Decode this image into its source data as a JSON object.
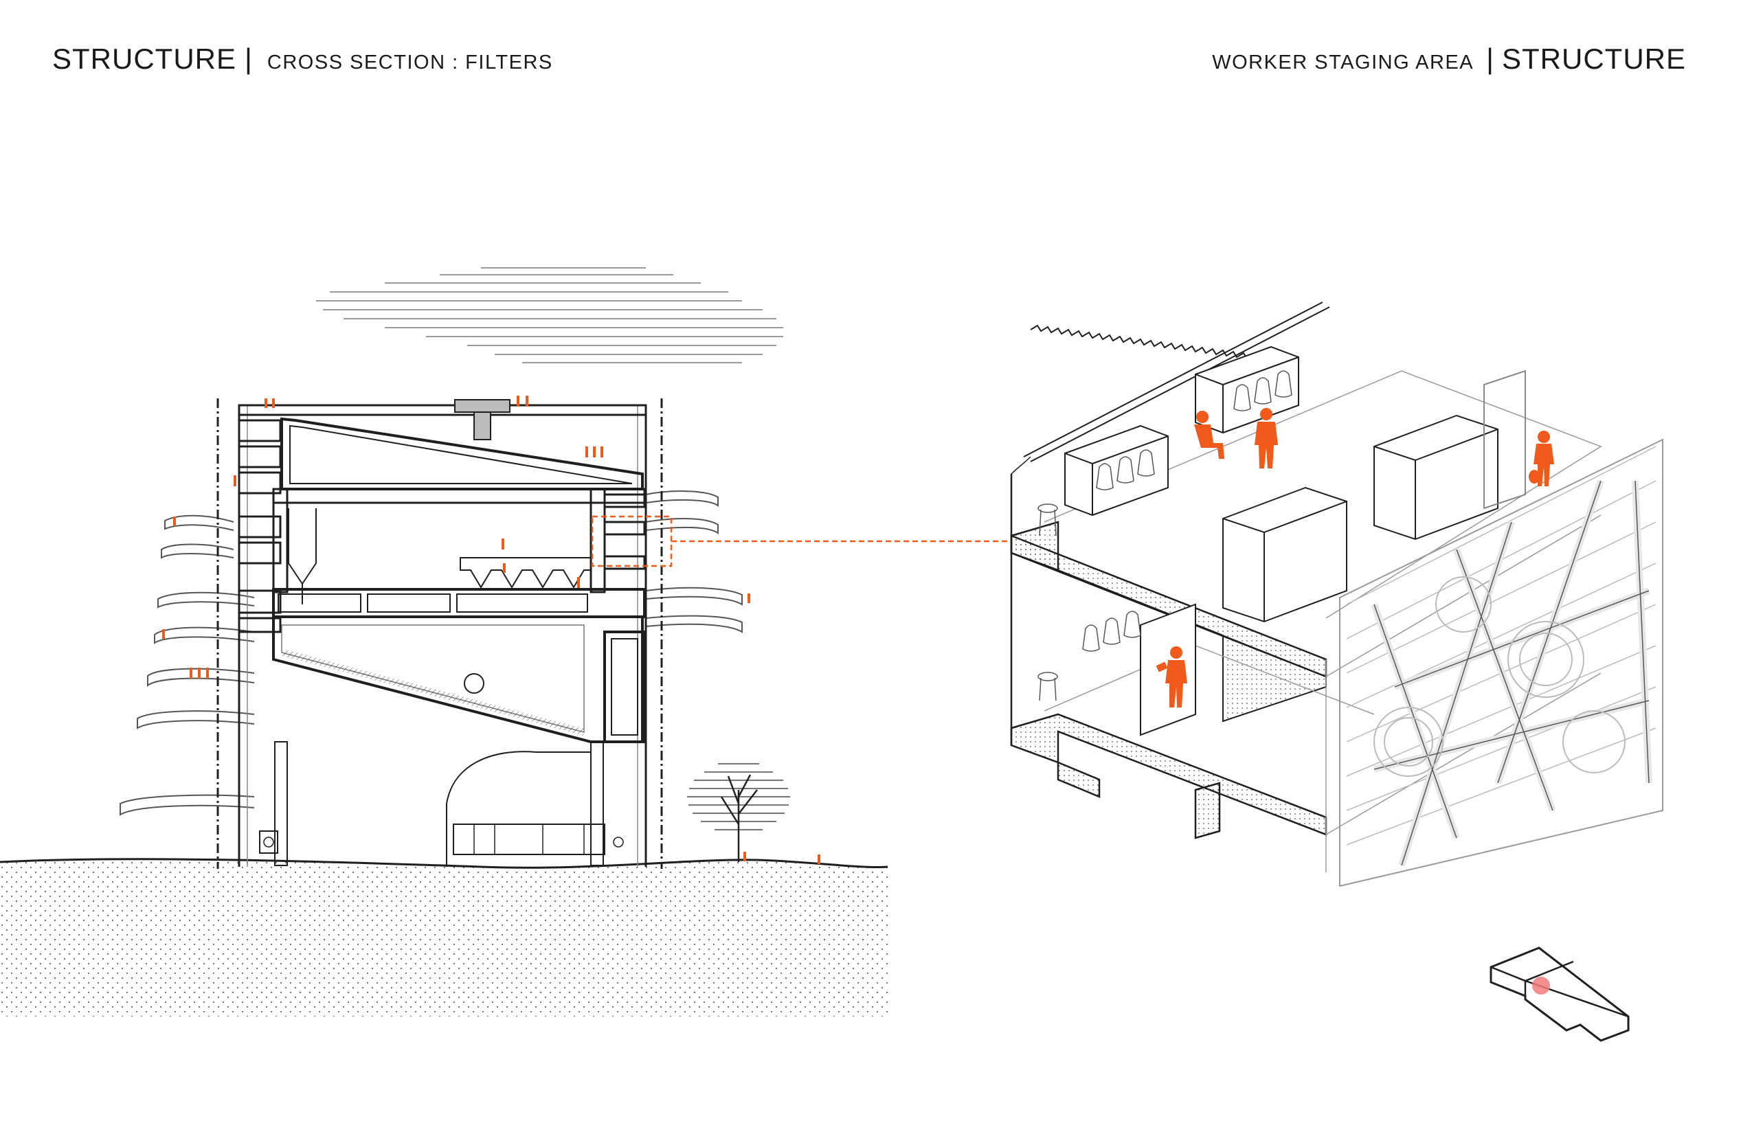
{
  "header_left": {
    "title": "STRUCTURE",
    "separator": "|",
    "subtitle": "CROSS SECTION : FILTERS"
  },
  "header_right": {
    "subtitle": "WORKER STAGING AREA",
    "separator": "|",
    "title": "STRUCTURE"
  },
  "colors": {
    "line": "#1f1f1f",
    "light_line": "#9a9a9a",
    "accent": "#f05a1a",
    "locator_dot": "#f27b7b",
    "background": "#ffffff"
  }
}
